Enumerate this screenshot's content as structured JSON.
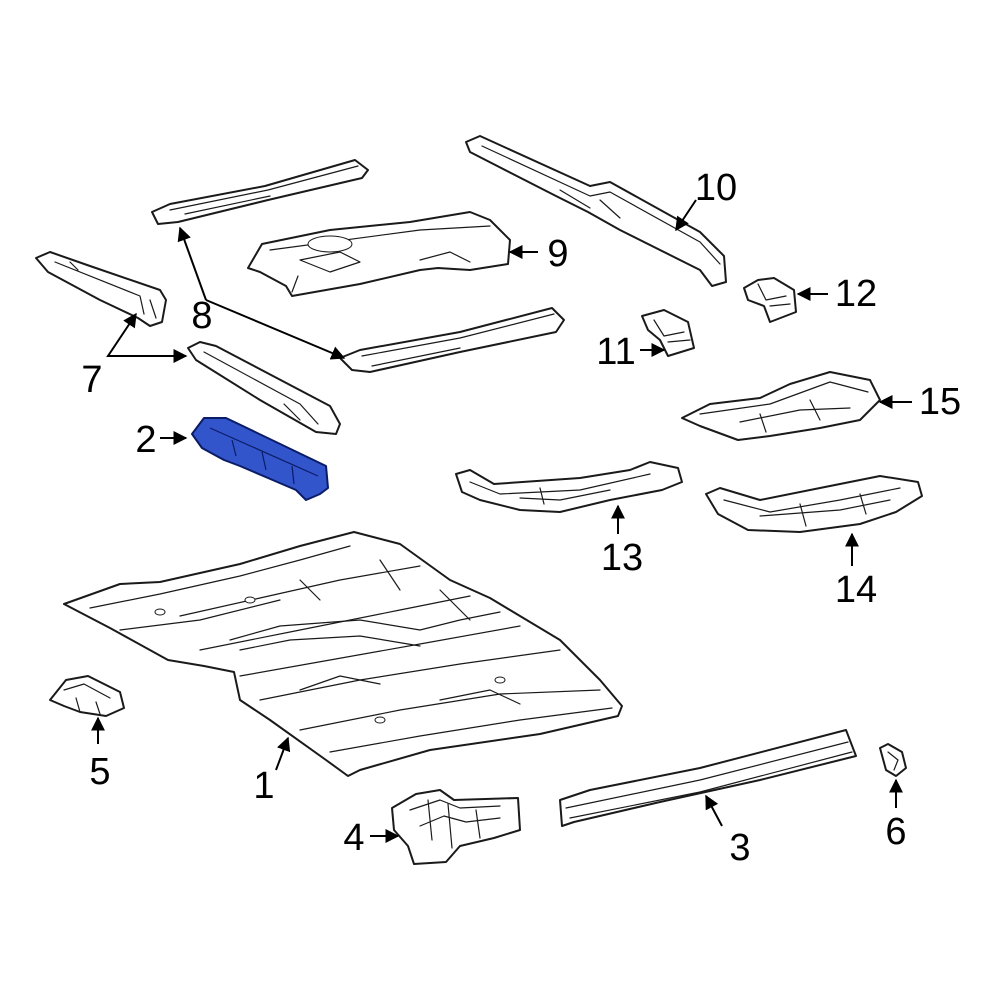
{
  "colors": {
    "highlight_fill": "#3355cc",
    "highlight_stroke": "#0b1c66",
    "line": "#1a1a1a",
    "background": "#ffffff"
  },
  "callouts": {
    "c1": "1",
    "c2": "2",
    "c3": "3",
    "c4": "4",
    "c5": "5",
    "c6": "6",
    "c7": "7",
    "c8": "8",
    "c9": "9",
    "c10": "10",
    "c11": "11",
    "c12": "12",
    "c13": "13",
    "c14": "14",
    "c15": "15"
  }
}
